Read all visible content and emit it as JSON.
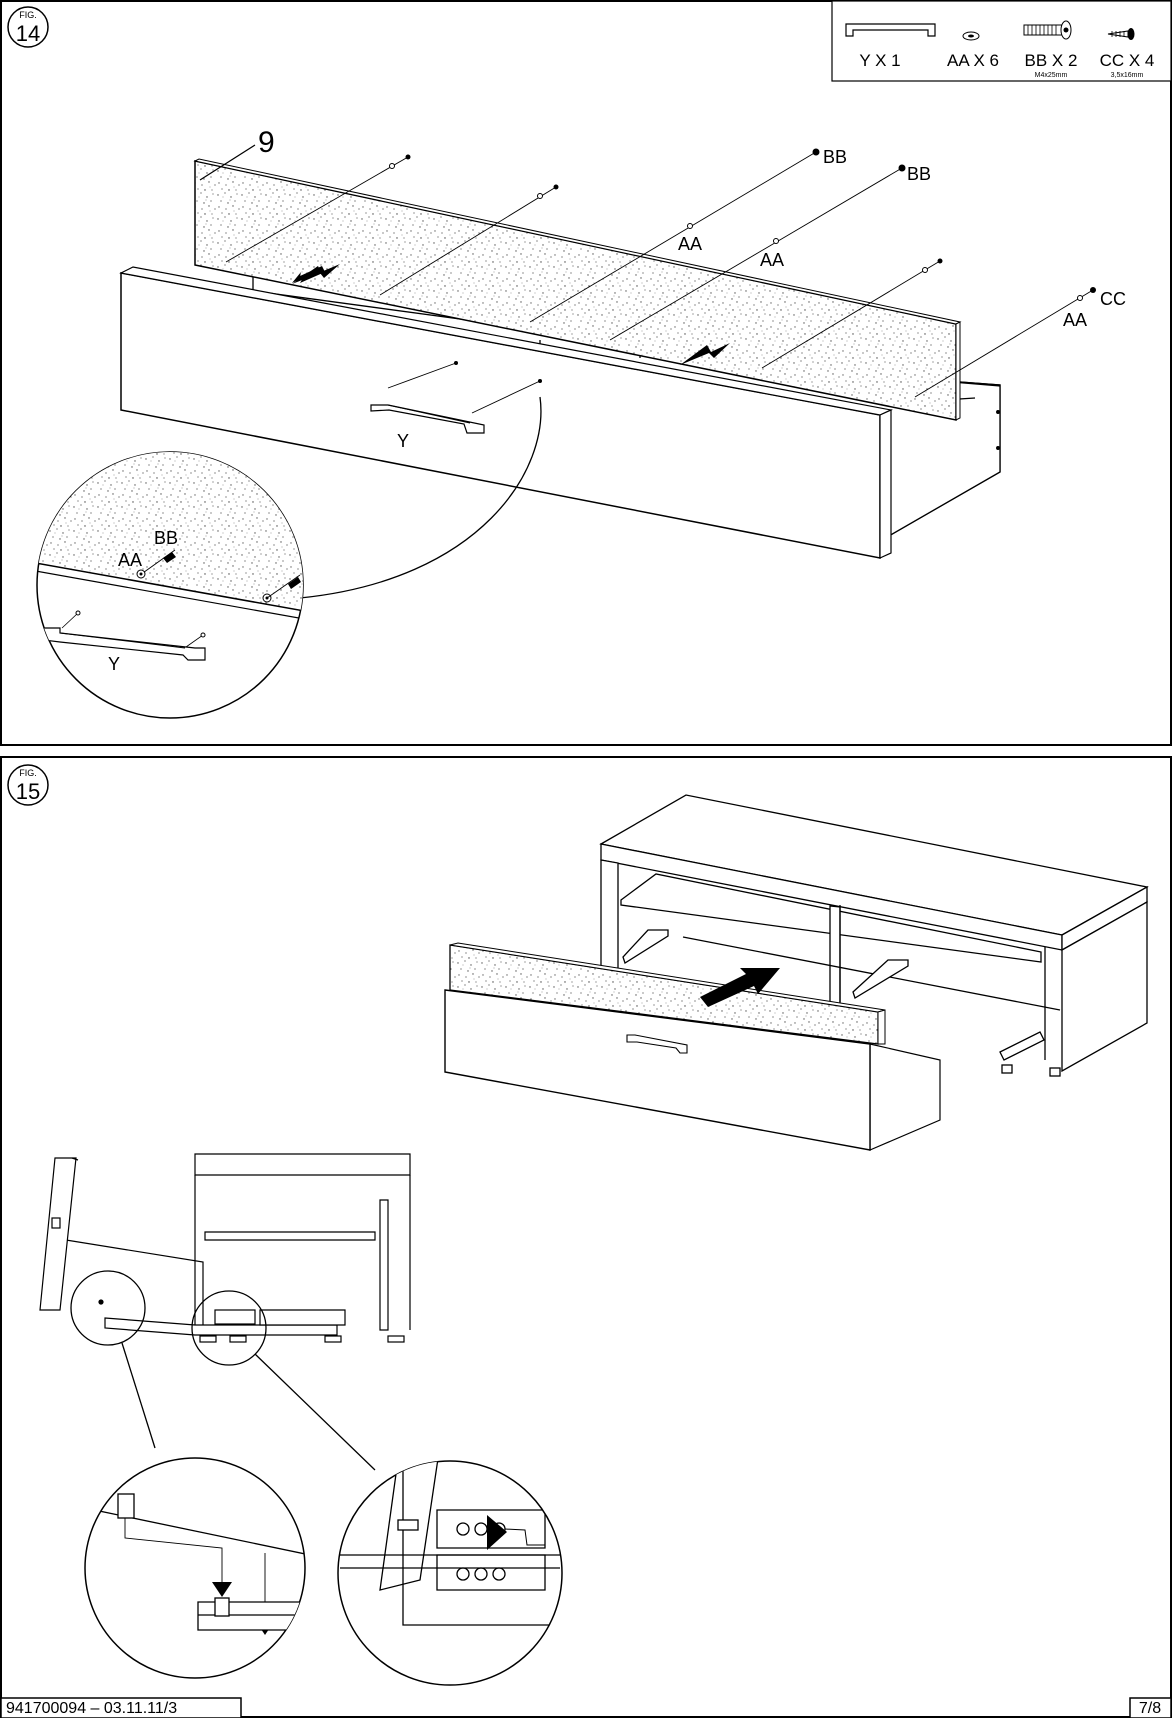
{
  "fig14": {
    "fig_label": "FIG.",
    "fig_number": "14",
    "parts": [
      {
        "code": "Y",
        "qty_text": "Y X 1",
        "icon": "handle-icon"
      },
      {
        "code": "AA",
        "qty_text": "AA X 6",
        "icon": "washer-icon"
      },
      {
        "code": "BB",
        "qty_text": "BB X 2",
        "spec": "M4x25mm",
        "icon": "machine-screw-icon"
      },
      {
        "code": "CC",
        "qty_text": "CC X 4",
        "spec": "3,5x16mm",
        "icon": "wood-screw-icon"
      }
    ],
    "panel_number": "9",
    "labels": {
      "bb_1": "BB",
      "bb_2": "BB",
      "aa_1": "AA",
      "aa_2": "AA",
      "aa_3": "AA",
      "cc": "CC",
      "handle": "Y"
    },
    "detail": {
      "bb": "BB",
      "aa": "AA",
      "handle": "Y"
    }
  },
  "fig15": {
    "fig_label": "FIG.",
    "fig_number": "15"
  },
  "footer": {
    "doc_code": "941700094  –  03.11.11/3",
    "page": "7/8"
  },
  "colors": {
    "line": "#000000",
    "texture": "#555555",
    "background": "#ffffff"
  }
}
